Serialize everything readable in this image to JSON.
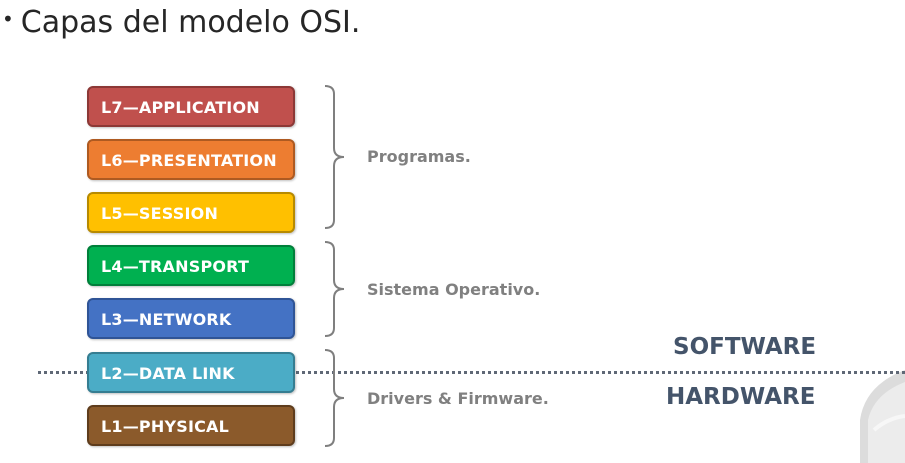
{
  "title": "Capas del modelo OSI.",
  "bullet": "•",
  "layers": [
    {
      "label": "L7—APPLICATION",
      "color": "#c0504d",
      "border": "#8c3836"
    },
    {
      "label": "L6—PRESENTATION",
      "color": "#ed7d31",
      "border": "#ae5a21"
    },
    {
      "label": "L5—SESSION",
      "color": "#ffc000",
      "border": "#b78a00"
    },
    {
      "label": "L4—TRANSPORT",
      "color": "#00b050",
      "border": "#007f3a"
    },
    {
      "label": "L3—NETWORK",
      "color": "#4472c4",
      "border": "#2f5496"
    },
    {
      "label": "L2—DATA LINK",
      "color": "#4bacc6",
      "border": "#357d91"
    },
    {
      "label": "L1—PHYSICAL",
      "color": "#8b5a2b",
      "border": "#5e3c1c"
    }
  ],
  "groups": [
    {
      "label": "Programas."
    },
    {
      "label": "Sistema Operativo."
    },
    {
      "label": "Drivers & Firmware."
    }
  ],
  "domains": {
    "software": "SOFTWARE",
    "hardware": "HARDWARE"
  }
}
